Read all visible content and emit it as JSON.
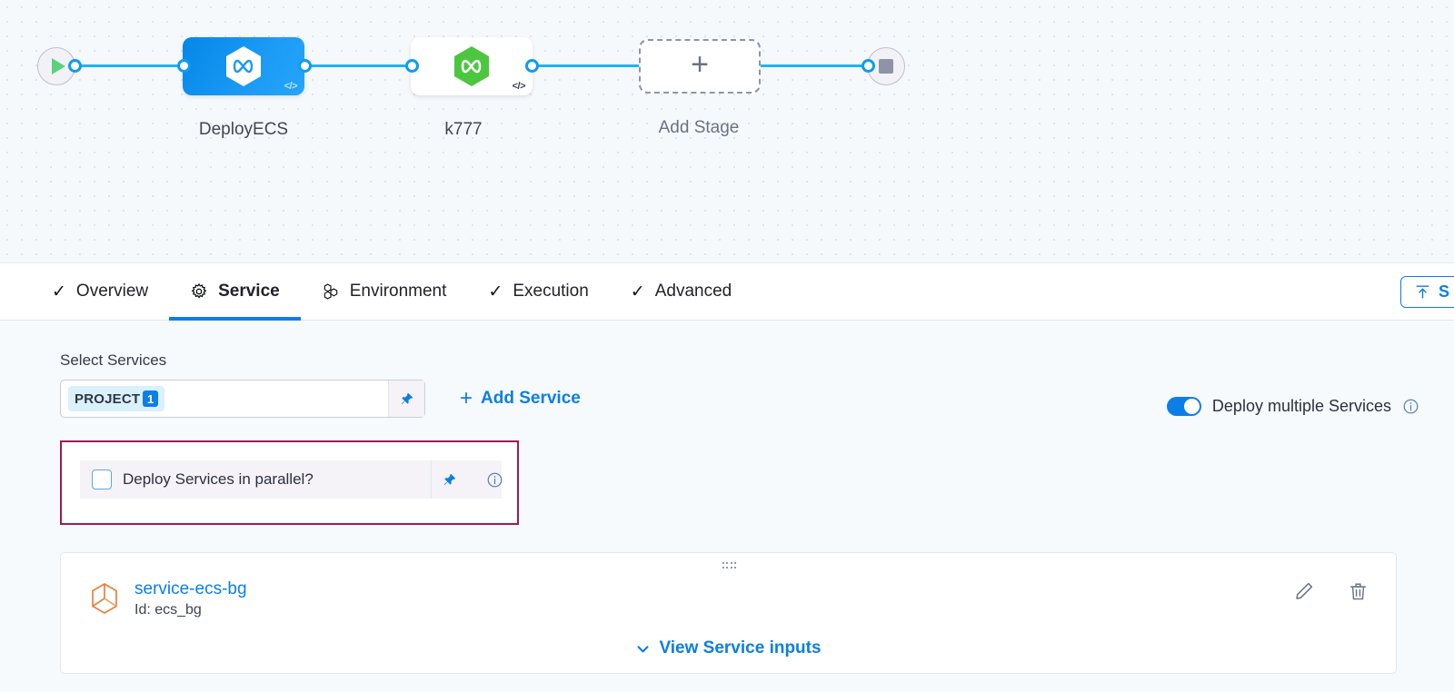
{
  "pipeline": {
    "start_node": {
      "icon": "play-icon",
      "name": "start-node"
    },
    "end_node": {
      "icon": "stop-icon",
      "name": "end-node"
    },
    "stages": [
      {
        "label": "DeployECS",
        "icon": "harness-hexagon-icon",
        "selected": true,
        "badge": "</>"
      },
      {
        "label": "k777",
        "icon": "harness-hexagon-green-icon",
        "selected": false,
        "badge": "</>"
      }
    ],
    "add_stage": {
      "label": "Add Stage",
      "icon": "plus-icon"
    }
  },
  "tabs": [
    {
      "label": "Overview",
      "icon": "check-icon",
      "active": false
    },
    {
      "label": "Service",
      "icon": "gear-icon",
      "active": true
    },
    {
      "label": "Environment",
      "icon": "environment-hexagons-icon",
      "active": false
    },
    {
      "label": "Execution",
      "icon": "check-icon",
      "active": false
    },
    {
      "label": "Advanced",
      "icon": "check-icon",
      "active": false
    }
  ],
  "toolbar": {
    "save_label": "S",
    "save_icon": "upload-icon"
  },
  "service_panel": {
    "section_title": "Select Services",
    "selected_chip": {
      "label": "PROJECT",
      "count": "1"
    },
    "pin_icon": "pin-icon",
    "add_service_label": "Add Service",
    "add_service_plus": "+",
    "deploy_multiple": {
      "label": "Deploy multiple Services",
      "enabled": true,
      "info_icon": "info-icon"
    },
    "parallel": {
      "label": "Deploy Services in parallel?",
      "checked": false,
      "pin_icon": "pin-icon",
      "info_icon": "info-icon",
      "highlight_color": "#9c1c52"
    },
    "service_card": {
      "drag_handle_icon": "drag-handle-icon",
      "service_icon": "service-cube-icon",
      "name": "service-ecs-bg",
      "id": "Id: ecs_bg",
      "edit_icon": "pencil-icon",
      "delete_icon": "trash-icon",
      "view_inputs_label": "View Service inputs",
      "view_inputs_chevron": "chevron-down-icon"
    }
  },
  "colors": {
    "accent_blue": "#0b7ee8",
    "connector_blue": "#1fb3f5",
    "highlight_magenta": "#9c1c52",
    "service_orange": "#e8803c",
    "stage_green": "#4cc63f"
  }
}
